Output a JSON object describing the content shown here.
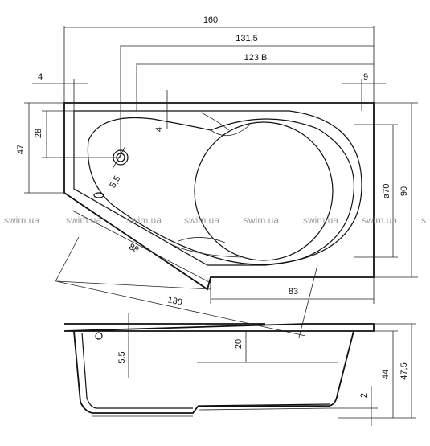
{
  "dimensions": {
    "total_length": "160",
    "inner_length_1": "131,5",
    "inner_length_2": "123 B",
    "left_rim": "4",
    "right_rim": "9",
    "top_rim": "4",
    "left_height": "47",
    "drain_offset": "28",
    "drain_diameter": "5,5",
    "diagonal_88": "88",
    "diagonal_130": "130",
    "circle_diameter": "ø70",
    "total_width": "90",
    "bottom_83": "83",
    "side_drain": "5,5",
    "depth_20": "20",
    "height_44": "44",
    "height_47_5": "47,5",
    "feet_2": "2"
  },
  "watermark": "swim.ua"
}
